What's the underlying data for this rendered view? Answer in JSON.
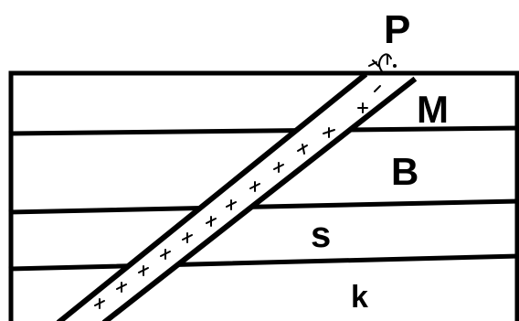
{
  "labels": {
    "p": "P",
    "m": "M",
    "b": "B",
    "s": "s",
    "k": "k"
  },
  "colors": {
    "ink": "#000000",
    "background": "#ffffff"
  }
}
